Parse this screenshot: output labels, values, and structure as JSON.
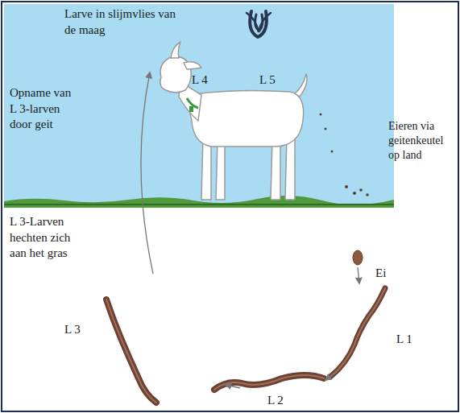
{
  "diagram": {
    "labels": [
      "Larve in slijmvlies van de maag",
      "L 4",
      "L 5",
      "Opname van L 3-larven door geit",
      "Eieren via geitenkeutel op land",
      "L 3-Larven hechten zich aan het gras",
      "Ei",
      "L 1",
      "L 2",
      "L 3"
    ]
  }
}
